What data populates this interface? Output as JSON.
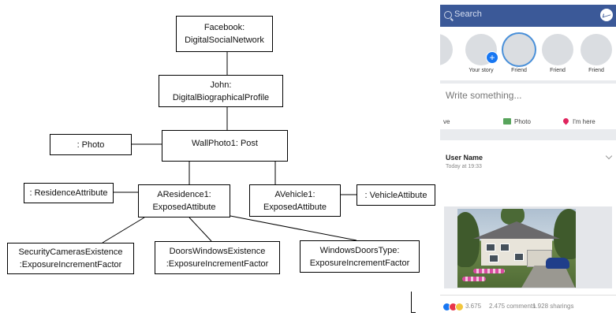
{
  "diagram": {
    "facebook": [
      "Facebook:",
      "DigitalSocialNetwork"
    ],
    "john": [
      "John:",
      "DigitalBiographicalProfile"
    ],
    "photo": ": Photo",
    "wallphoto": "WallPhoto1: Post",
    "residence_attr": ": ResidenceAttribute",
    "aresidence": [
      "AResidence1:",
      "ExposedAttibute"
    ],
    "avehicle": [
      "AVehicle1:",
      "ExposedAttibute"
    ],
    "vehicle_attr": ": VehicleAttibute",
    "security": [
      "SecurityCamerasExistence",
      ":ExposureIncrementFactor"
    ],
    "doors": [
      "DoorsWindowsExistence",
      ":ExposureIncrementFactor"
    ],
    "windows": [
      "WindowsDoorsType:",
      "ExposureIncrementFactor"
    ]
  },
  "facebook_ui": {
    "colors": {
      "brand": "#3b5998",
      "accent": "#1877f2"
    },
    "search_placeholder": "Search",
    "stories": [
      "Your story",
      "Friend",
      "Friend",
      "Friend"
    ],
    "compose_placeholder": "Write something...",
    "actions": [
      "ve",
      "Photo",
      "I'm here"
    ],
    "post": {
      "user_name": "User Name",
      "time": "Today at 19:33",
      "reactions": "3.675",
      "comments": "2.475 comments",
      "sharings": "1.928 sharings"
    },
    "icons": [
      "search-icon",
      "messenger-icon",
      "plus-icon",
      "photo-icon",
      "location-pin-icon",
      "chevron-down-icon",
      "like-icon",
      "love-icon",
      "wow-icon"
    ]
  }
}
